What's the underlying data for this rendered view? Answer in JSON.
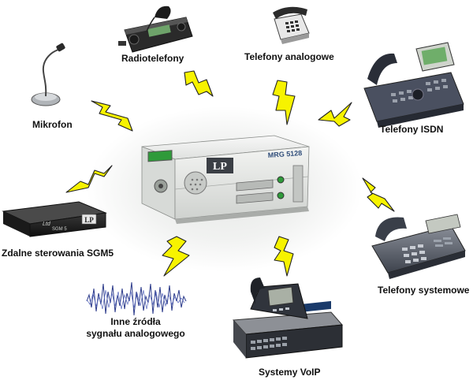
{
  "center_device": {
    "badge": "LP",
    "model": "MRG 5128"
  },
  "sgm_device": {
    "badge": "LP",
    "brand": "Ltd",
    "model": "SGM 5"
  },
  "labels": {
    "radio": "Radiotelefony",
    "analog_phones": "Telefony analogowe",
    "microphone": "Mikrofon",
    "isdn_phones": "Telefony ISDN",
    "remote_control": "Zdalne sterowania SGM5",
    "system_phones": "Telefony systemowe",
    "other_sources_line1": "Inne źródła",
    "other_sources_line2": "sygnału analogowego",
    "voip": "Systemy VoIP"
  },
  "colors": {
    "lightning_fill": "#f7f300",
    "lightning_stroke": "#222222",
    "device_body": "#e3e5e3",
    "lcd_green": "#2f9a3a"
  }
}
